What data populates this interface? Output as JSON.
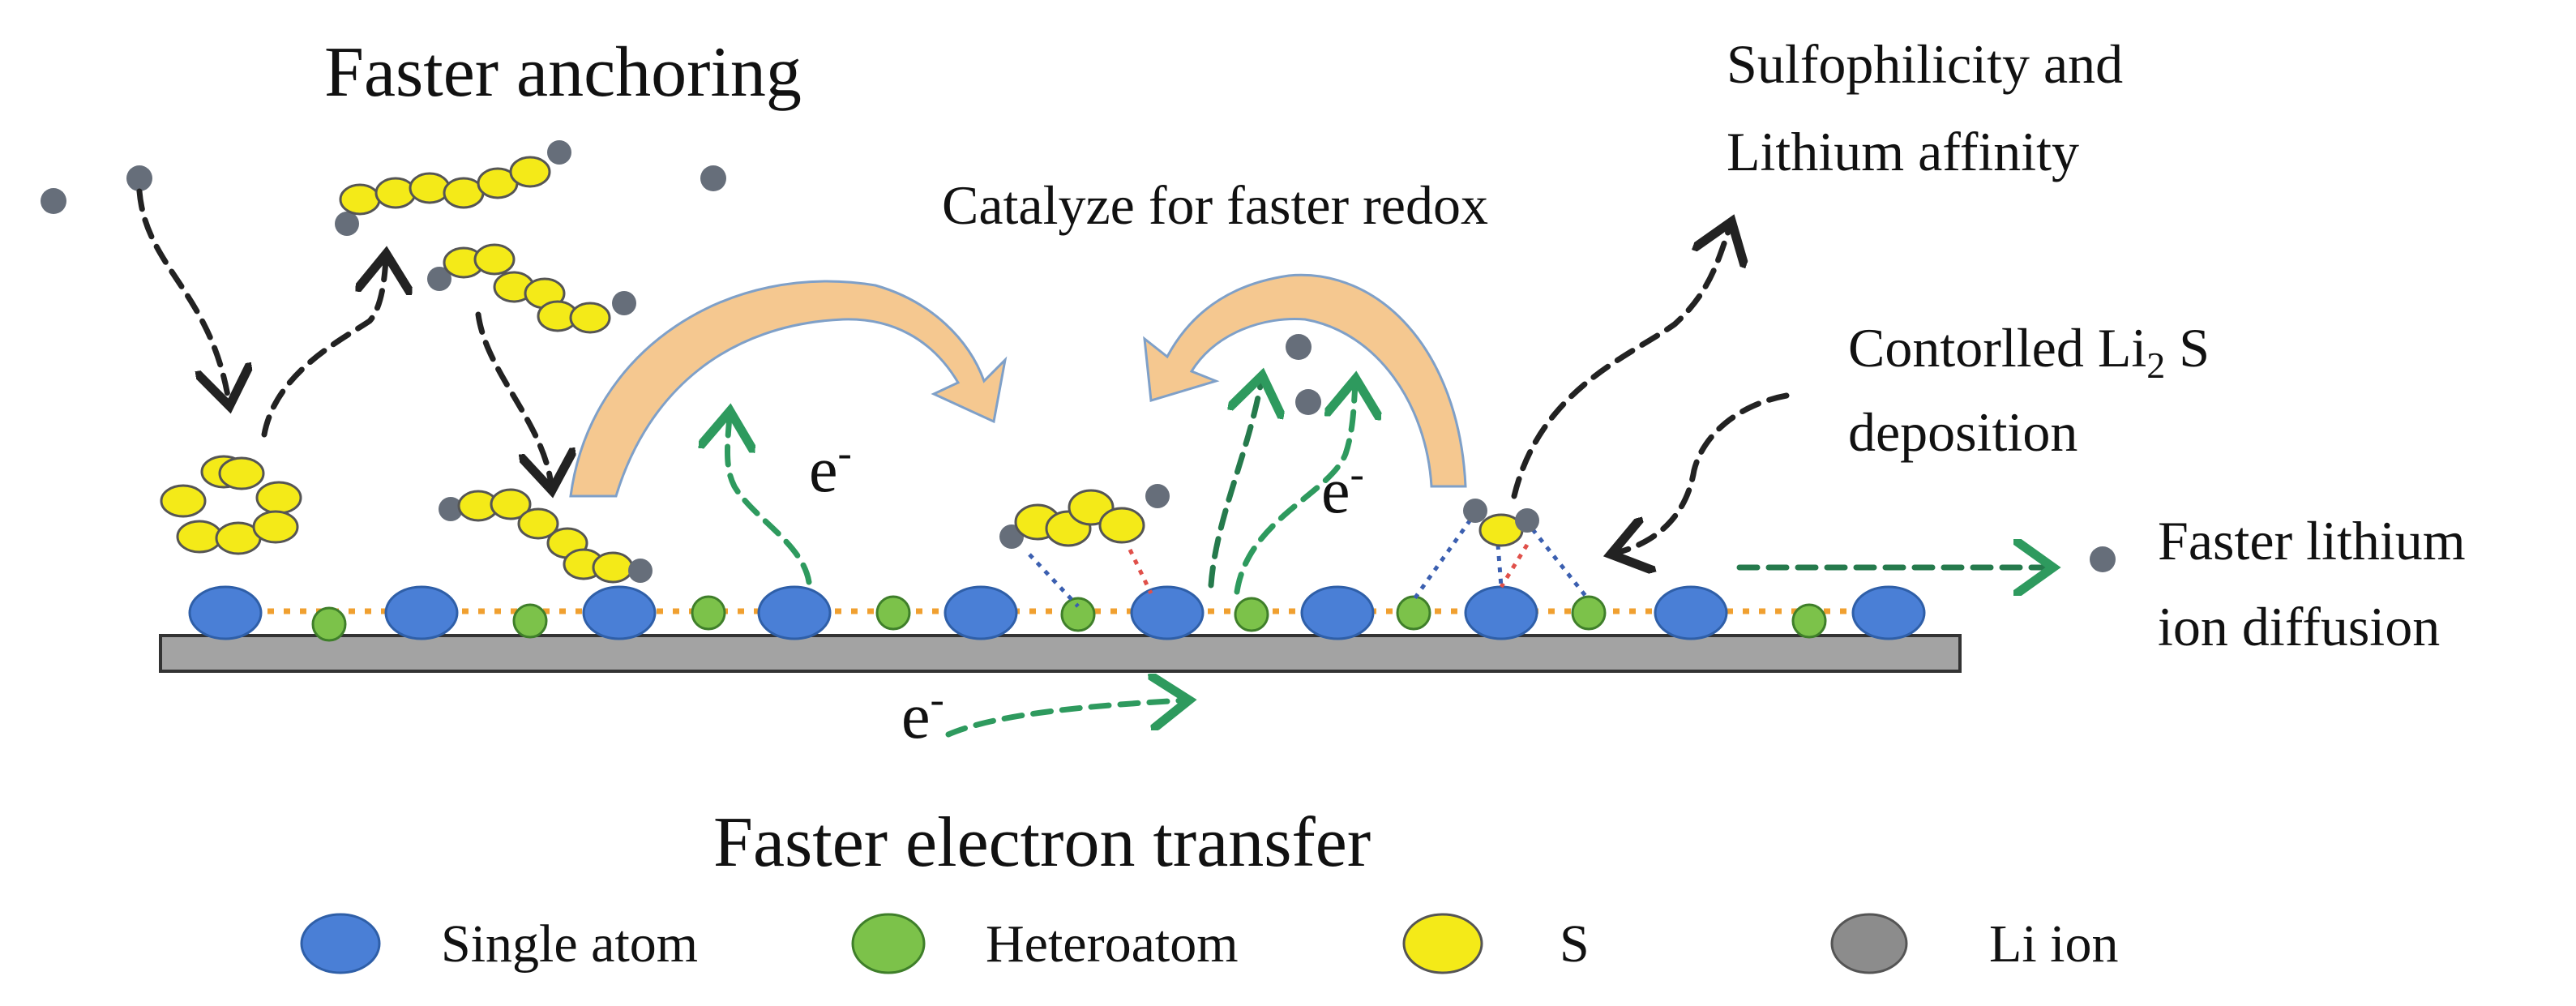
{
  "labels": {
    "faster_anchoring": "Faster anchoring",
    "catalyze": "Catalyze for faster redox",
    "sulfophilicity_line1": "Sulfophilicity and",
    "sulfophilicity_line2": "Lithium affinity",
    "controlled_prefix": "Contorlled Li",
    "controlled_sub": "2",
    "controlled_suffix": " S",
    "deposition": "deposition",
    "diffusion_line1": "Faster lithium",
    "diffusion_line2": "ion diffusion",
    "electron_transfer": "Faster electron transfer",
    "electron_base": "e",
    "electron_sup": "-"
  },
  "legend": [
    {
      "name": "single-atom",
      "label": "Single atom",
      "color": "#4a7fd6"
    },
    {
      "name": "heteroatom",
      "label": "Heteroatom",
      "color": "#7cc24a"
    },
    {
      "name": "sulfur",
      "label": "S",
      "color": "#f4ea18"
    },
    {
      "name": "li-ion",
      "label": "Li ion",
      "color": "#8c8c8c"
    }
  ],
  "colors": {
    "substrate": "#a3a3a3",
    "single_atom": "#4a7fd6",
    "heteroatom": "#7cc24a",
    "sulfur": "#f4ea18",
    "li_ion": "#666e7a",
    "bond_orange": "#f0a030",
    "bond_blue": "#3b5fb0",
    "bond_red": "#e0504a",
    "arrow_black": "#222222",
    "arrow_green": "#2e9a5e",
    "curved_arrow": "#f5c890"
  }
}
